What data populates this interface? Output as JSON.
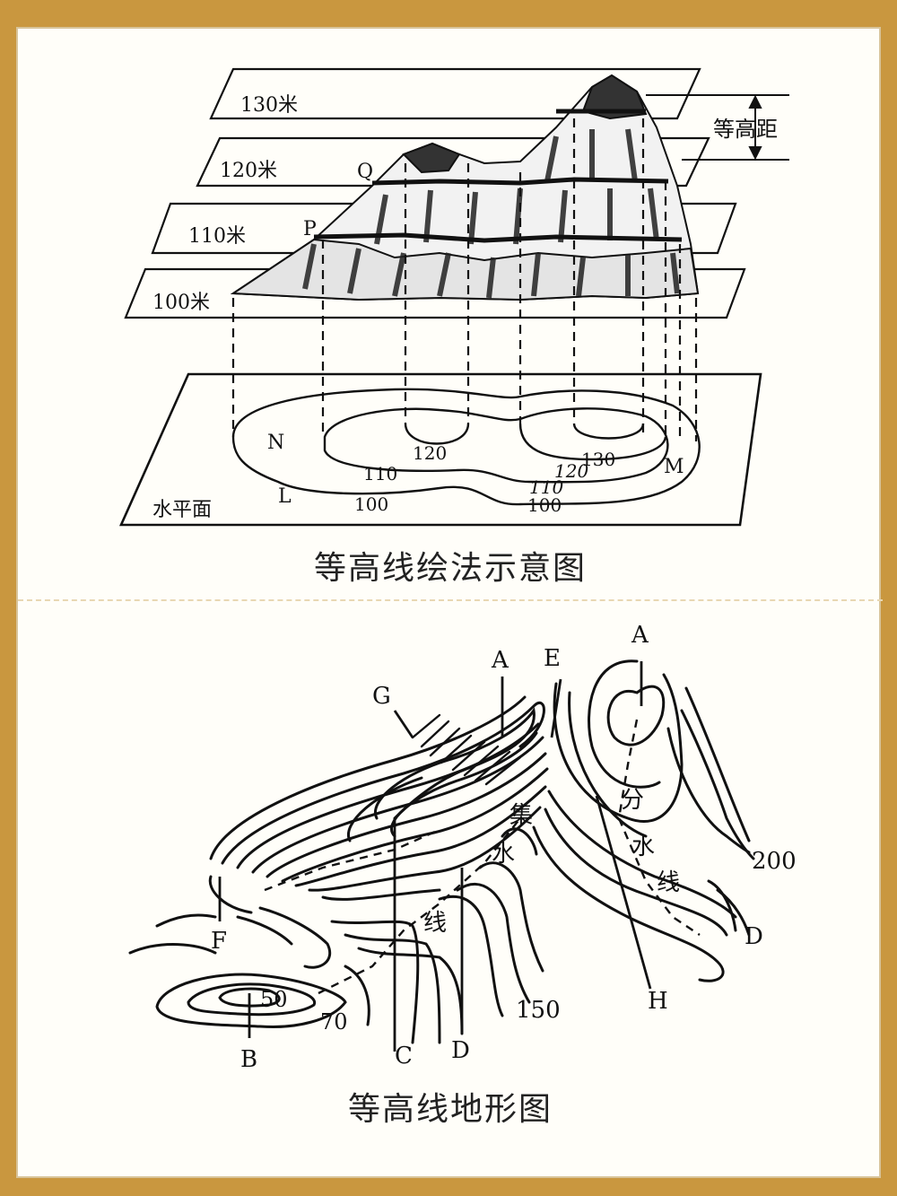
{
  "top_section": {
    "caption": "等高线绘法示意图",
    "plane_labels": [
      "130米",
      "120米",
      "110米",
      "100米"
    ],
    "interval_label": "等高距",
    "point_labels": {
      "Q": "Q",
      "P": "P",
      "N": "N",
      "L": "L",
      "M": "M"
    },
    "base_label": "水平面",
    "contour_labels": [
      "120",
      "110",
      "100",
      "130",
      "120",
      "110",
      "100"
    ]
  },
  "bottom_section": {
    "caption": "等高线地形图",
    "letters": {
      "A1": "A",
      "E": "E",
      "A2": "A",
      "G": "G",
      "F": "F",
      "B": "B",
      "C": "C",
      "D1": "D",
      "H": "H",
      "D2": "D"
    },
    "contour_labels": {
      "c200": "200",
      "c150": "150",
      "c50": "50",
      "c70": "70"
    },
    "valley_text": [
      "集",
      "水",
      "线"
    ],
    "ridge_text": [
      "分",
      "水",
      "线"
    ]
  },
  "colors": {
    "frame": "#c9973f",
    "card": "#fffef9",
    "ink": "#111111"
  }
}
